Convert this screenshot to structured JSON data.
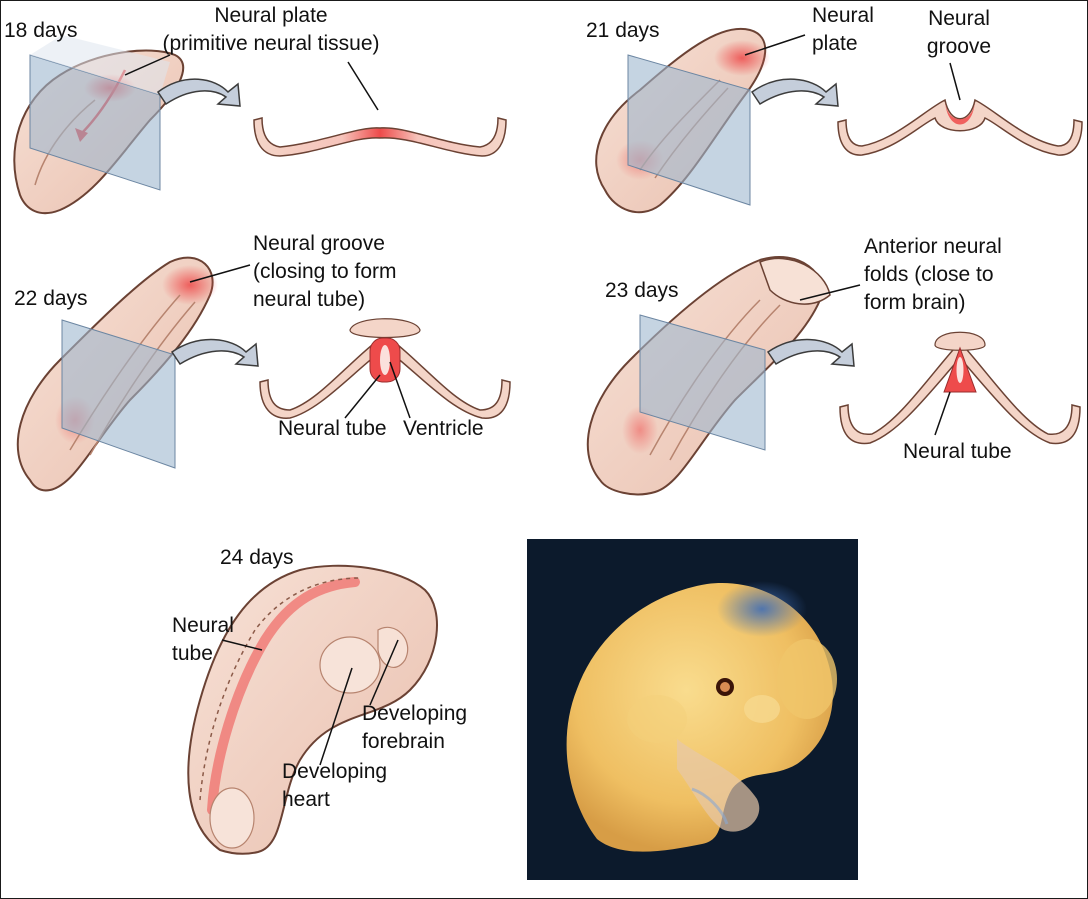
{
  "colors": {
    "skin": "#f4d5c8",
    "skin_shade": "#e6b3a2",
    "outline": "#6b4234",
    "plate": "#ee4b4b",
    "section_plane": "#9fb7cf",
    "arrow": "#c5cedb",
    "photo_bg": "#0c1a2c",
    "embryo": "#f0c56a"
  },
  "panels": {
    "day18": {
      "day": "18 days",
      "plate_label": "Neural plate\n(primitive neural tissue)"
    },
    "day21": {
      "day": "21 days",
      "plate_label": "Neural\nplate",
      "groove_label": "Neural\ngroove"
    },
    "day22": {
      "day": "22 days",
      "groove_label": "Neural groove\n(closing to form\nneural tube)",
      "tube_label": "Neural tube",
      "ventricle_label": "Ventricle"
    },
    "day23": {
      "day": "23 days",
      "folds_label": "Anterior neural\nfolds (close to\nform brain)",
      "tube_label": "Neural tube"
    },
    "day24": {
      "day": "24 days",
      "tube_label": "Neural\ntube",
      "forebrain_label": "Developing\nforebrain",
      "heart_label": "Developing\nheart"
    }
  }
}
